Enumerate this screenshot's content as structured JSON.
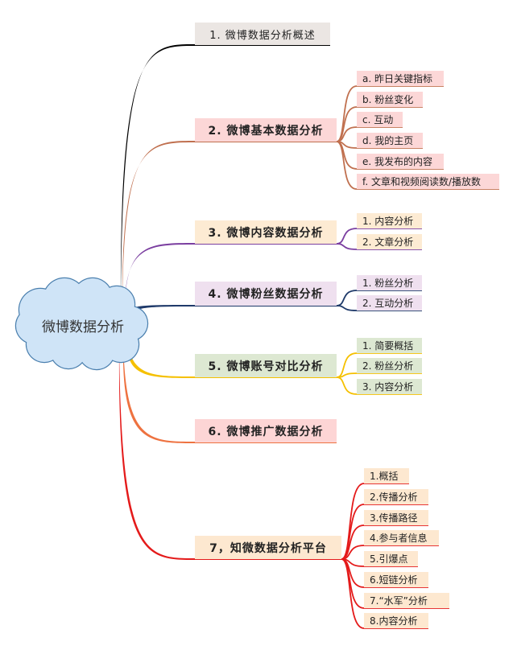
{
  "center": {
    "label": "微博数据分析",
    "fill": "#cfe4f7",
    "stroke": "#4a7fae"
  },
  "branches": [
    {
      "label": "1. 微博数据分析概述",
      "bold": false,
      "bg": "#ebe6e3",
      "color": "#000000",
      "children": []
    },
    {
      "label": "2. 微博基本数据分析",
      "bold": true,
      "bg": "#fcd7d7",
      "color": "#c0704f",
      "children": [
        "a. 昨日关键指标",
        "b. 粉丝变化",
        "c. 互动",
        "d. 我的主页",
        "e. 我发布的内容",
        "f. 文章和视频阅读数/播放数"
      ]
    },
    {
      "label": "3. 微博内容数据分析",
      "bold": true,
      "bg": "#fdebd3",
      "color": "#7b3fa0",
      "children": [
        "1. 内容分析",
        "2. 文章分析"
      ]
    },
    {
      "label": "4. 微博粉丝数据分析",
      "bold": true,
      "bg": "#efe0ef",
      "color": "#1f3a6a",
      "children": [
        "1. 粉丝分析",
        "2. 互动分析"
      ]
    },
    {
      "label": "5. 微博账号对比分析",
      "bold": true,
      "bg": "#dde8d2",
      "color": "#f5c000",
      "children": [
        "1. 简要概括",
        "2. 粉丝分析",
        "3. 内容分析"
      ]
    },
    {
      "label": "6. 微博推广数据分析",
      "bold": true,
      "bg": "#fdd5d5",
      "color": "#ee7240",
      "children": []
    },
    {
      "label": "7，知微数据分析平台",
      "bold": true,
      "bg": "#fde8d0",
      "color": "#e41a1a",
      "children": [
        "1.概括",
        "2.传播分析",
        "3.传播路径",
        "4.参与者信息",
        "5.引爆点",
        "6.短链分析",
        "7.“水军”分析",
        "8.内容分析"
      ]
    }
  ]
}
